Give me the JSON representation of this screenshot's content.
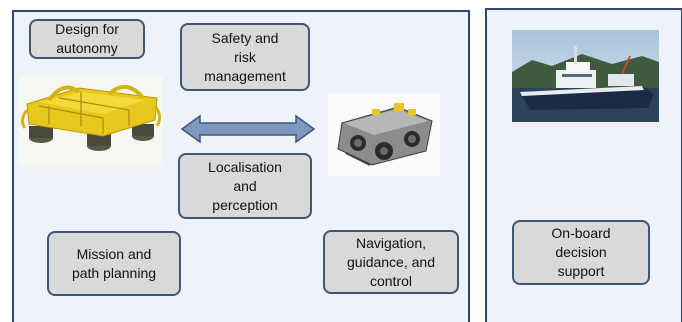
{
  "boxes": {
    "design": "Design for\nautonomy",
    "safety": "Safety and\nrisk\nmanagement",
    "localisation": "Localisation\nand\nperception",
    "mission": "Mission and\npath planning",
    "navigation": "Navigation,\nguidance, and\ncontrol",
    "onboard": "On-board\ndecision\nsupport"
  },
  "colors": {
    "panel_fill": "#eef3fa",
    "panel_border": "#2f4a6e",
    "box_fill": "#d9d9d9",
    "box_border": "#3e5778",
    "arrow_fill": "#7f98bd",
    "arrow_stroke": "#3e5778"
  },
  "images": {
    "subsea_template": "yellow-subsea-structure",
    "rov": "underwater-rov",
    "ship": "support-vessel"
  }
}
